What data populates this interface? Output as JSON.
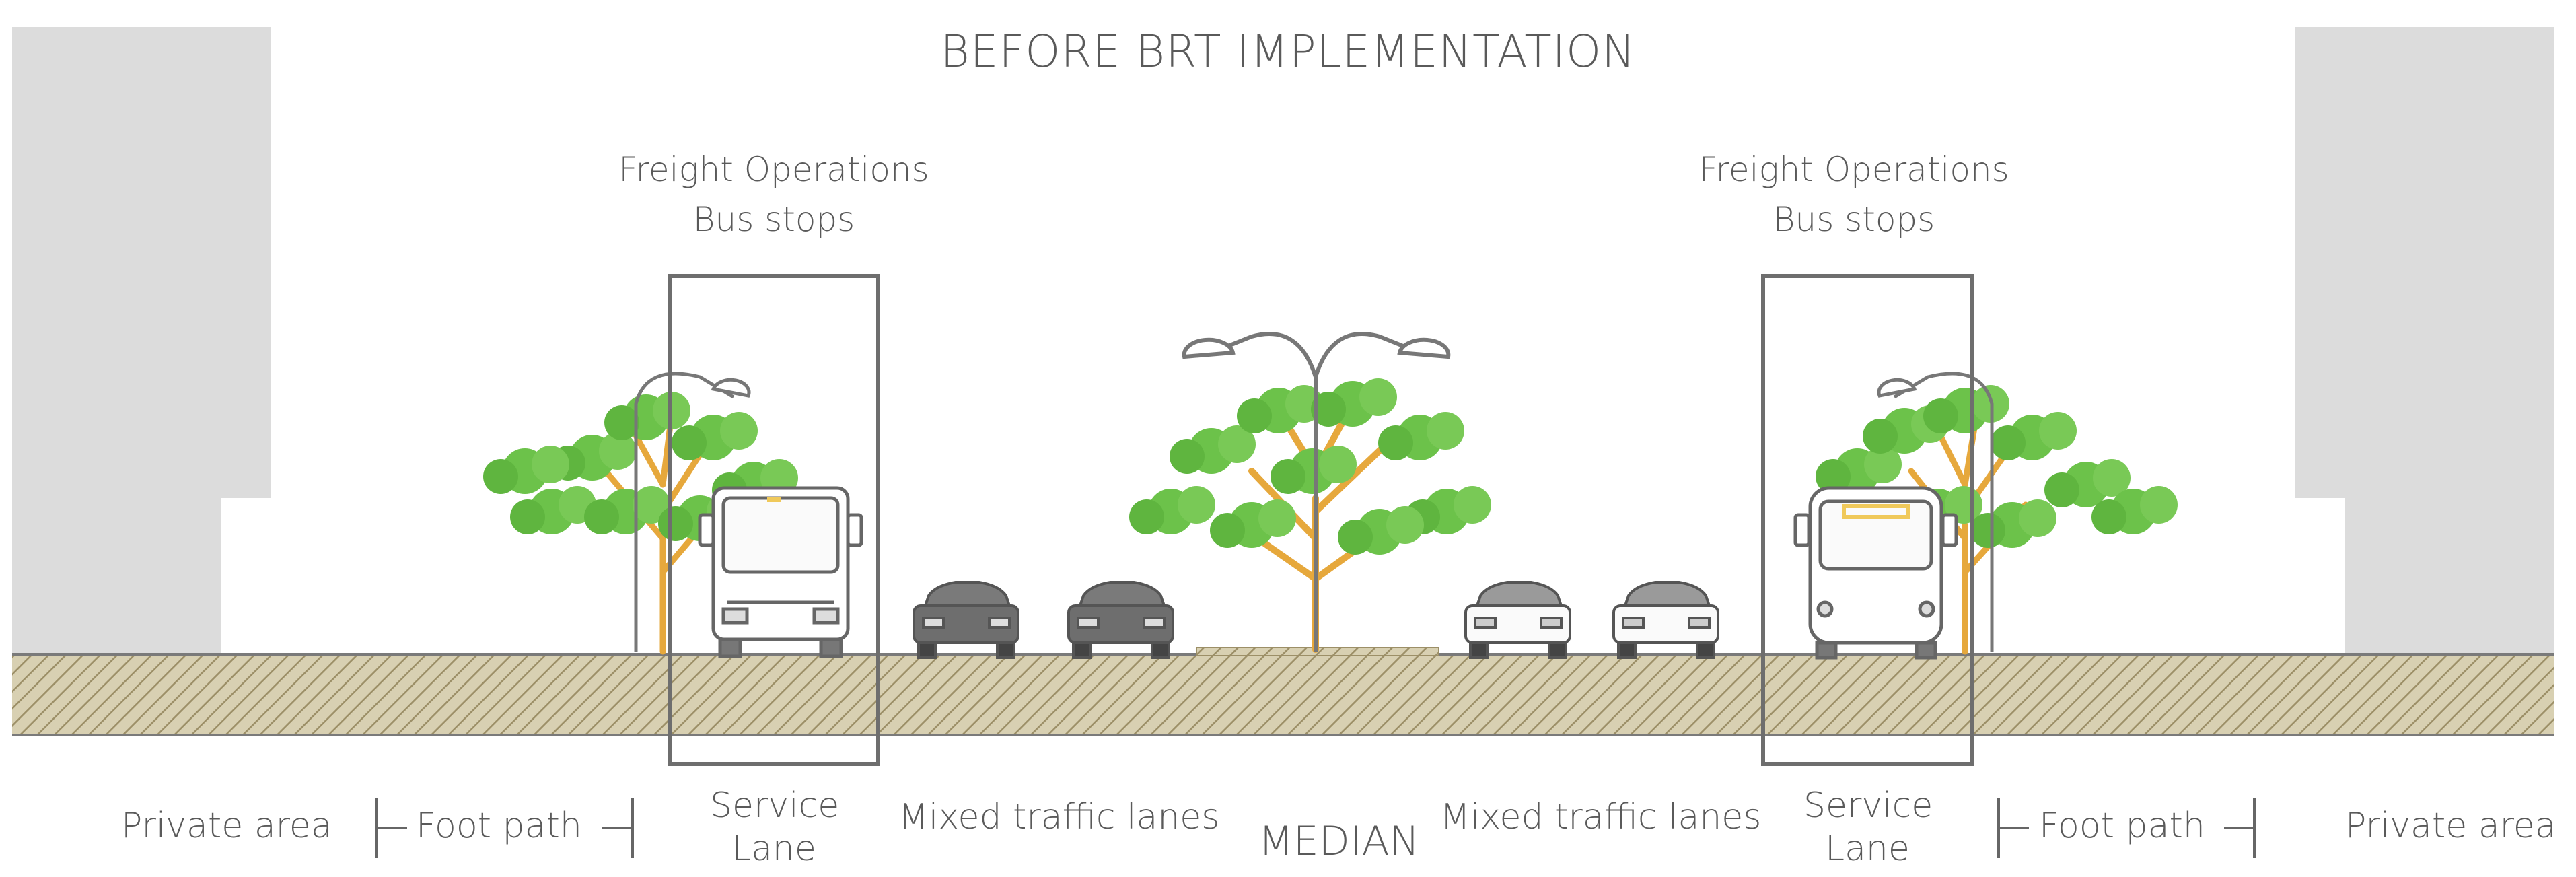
{
  "title": "BEFORE BRT IMPLEMENTATION",
  "zones": [
    {
      "line1": "Freight Operations",
      "line2": "Bus stops"
    },
    {
      "line1": "Freight Operations",
      "line2": "Bus stops"
    }
  ],
  "bottom_labels": {
    "private_left": "Private area",
    "foot_path_left": "Foot path",
    "service_left_1": "Service",
    "service_left_2": "Lane",
    "mixed_left": "Mixed traffic lanes",
    "median": "MEDIAN",
    "mixed_right": "Mixed traffic lanes",
    "service_right_1": "Service",
    "service_right_2": "Lane",
    "foot_path_right": "Foot path",
    "private_right": "Private area"
  },
  "colors": {
    "building": "#dcdcdc",
    "ground": "#cfc6a6",
    "ground_hatch": "#8a7d57",
    "foliage": "#6cc24a",
    "branch": "#e6a83c",
    "outline": "#777777",
    "car": "#6e6e6e",
    "bus": "#ffffff"
  }
}
